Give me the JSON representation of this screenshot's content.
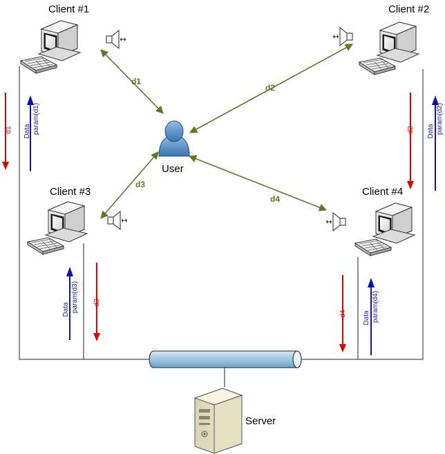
{
  "colors": {
    "link": "#5a7a2a",
    "request": "#e00000",
    "response": "#1010b0",
    "pipe_fill": "#a9cce3",
    "user_fill": "#4d86c0"
  },
  "clients": [
    {
      "label": "Client #1",
      "distance": "d1",
      "data_label": "Data",
      "param_label": "param(d1)"
    },
    {
      "label": "Client #2",
      "distance": "d2",
      "data_label": "Data",
      "param_label": "param(d2)"
    },
    {
      "label": "Client #3",
      "distance": "d3",
      "data_label": "Data",
      "param_label": "param(d3)"
    },
    {
      "label": "Client #4",
      "distance": "d4",
      "data_label": "Data",
      "param_label": "param(d4)"
    }
  ],
  "user": {
    "label": "User",
    "icon": "user-icon"
  },
  "server": {
    "label": "Server",
    "icon": "server-icon"
  },
  "network": {
    "icon": "network-bus-pipe"
  }
}
